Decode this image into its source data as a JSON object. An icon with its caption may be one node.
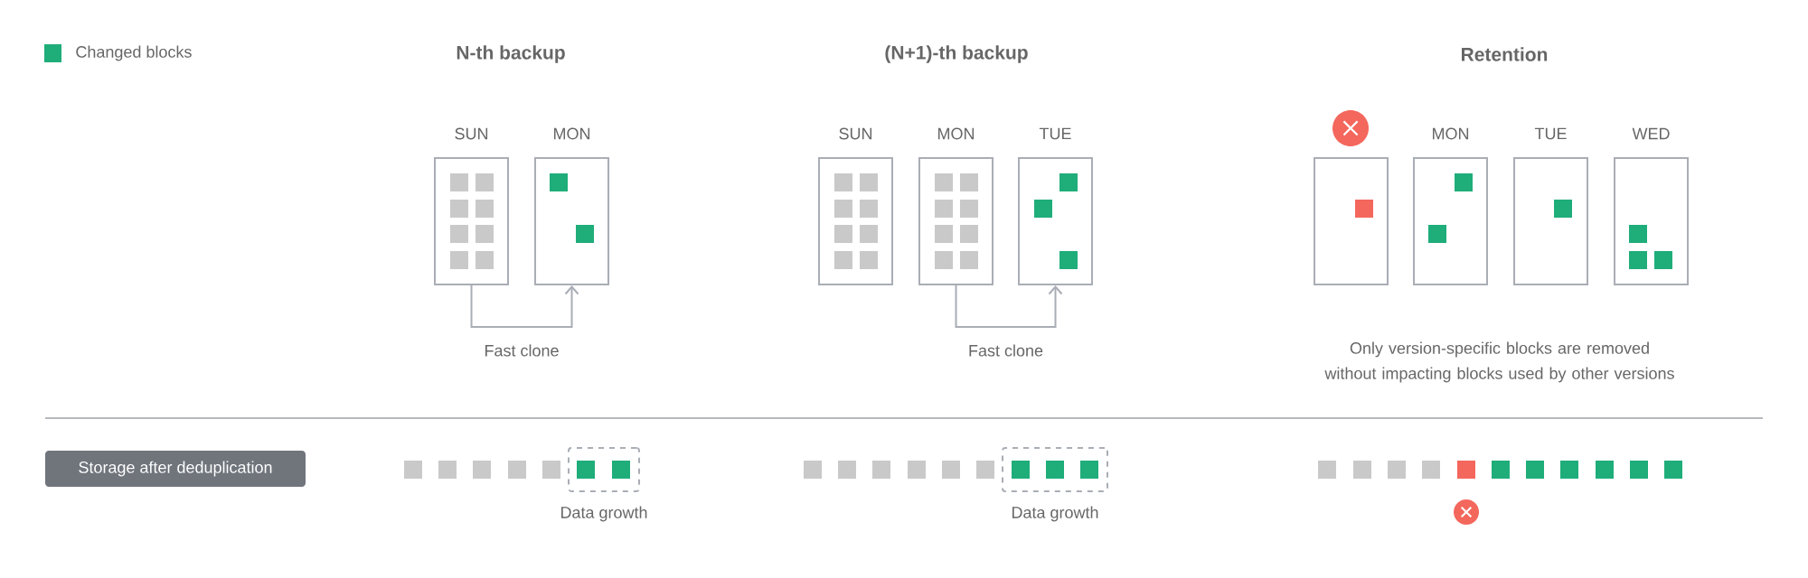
{
  "diagram": {
    "nodes": [
      {
        "text": [
          "SUN"
        ]
      },
      {
        "text": [
          "MON"
        ]
      },
      {
        "text": [
          "SUN"
        ]
      },
      {
        "text": [
          "MON"
        ]
      },
      {
        "text": [
          "TUE"
        ]
      },
      {
        "text": [],
        "shape": "box"
      },
      {
        "text": [
          "MON"
        ]
      },
      {
        "text": [
          "TUE"
        ]
      },
      {
        "text": [
          "WED"
        ]
      },
      {
        "text": [
          "Storage after deduplication"
        ]
      },
      {
        "text": [
          "Data growth"
        ]
      },
      {
        "text": [
          "Data growth"
        ]
      }
    ],
    "edges": [
      {
        "from": 0,
        "to": 1,
        "arrow": "to",
        "label": "Fast clone"
      },
      {
        "from": 3,
        "to": 4,
        "arrow": "to",
        "label": "Fast clone"
      }
    ],
    "labels": [
      "N-th backup",
      "(N+1)-th backup",
      "Retention",
      "Only version-specific blocks are removed without impacting blocks used by other versions"
    ],
    "legend": [
      {
        "text": "Changed blocks",
        "color": "#1fad7a"
      }
    ]
  }
}
